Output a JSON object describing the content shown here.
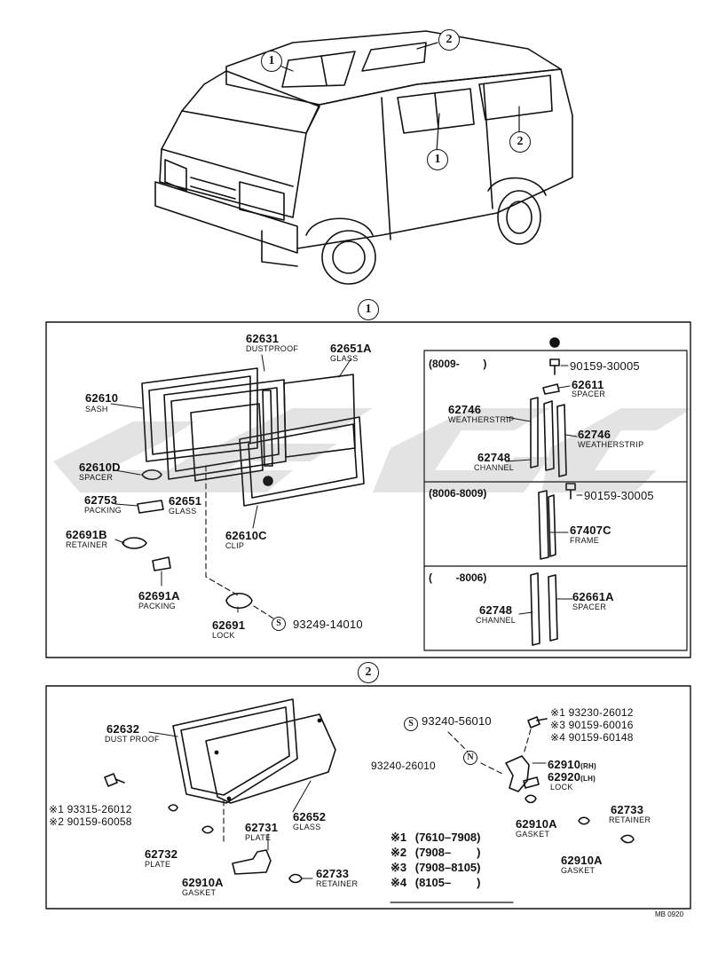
{
  "callouts": {
    "one": "1",
    "two": "2",
    "s": "S",
    "n": "N"
  },
  "section1": {
    "left": {
      "p62631": "62631",
      "d62631": "DUSTPROOF",
      "p62651A": "62651A",
      "d62651A": "GLASS",
      "p62610": "62610",
      "d62610": "SASH",
      "p62610D": "62610D",
      "d62610D": "SPACER",
      "p62753": "62753",
      "d62753": "PACKING",
      "p62651": "62651",
      "d62651": "GLASS",
      "p62610C": "62610C",
      "d62610C": "CLIP",
      "p62691B": "62691B",
      "d62691B": "RETAINER",
      "p62691A": "62691A",
      "d62691A": "PACKING",
      "p62691": "62691",
      "d62691": "LOCK",
      "p93249": "93249-14010"
    },
    "right": {
      "range1": "(8009-        )",
      "p90159a": "90159-30005",
      "p62611": "62611",
      "d62611": "SPACER",
      "p62746a": "62746",
      "d62746a": "WEATHERSTRIP",
      "p62746b": "62746",
      "d62746b": "WEATHERSTRIP",
      "p62748a": "62748",
      "d62748a": "CHANNEL",
      "range2": "(8006-8009)",
      "p90159b": "90159-30005",
      "p67407C": "67407C",
      "d67407C": "FRAME",
      "range3": "(        -8006)",
      "p62748b": "62748",
      "d62748b": "CHANNEL",
      "p62661A": "62661A",
      "d62661A": "SPACER"
    }
  },
  "section2": {
    "p62632": "62632",
    "d62632": "DUST PROOF",
    "p93240a": "93240-56010",
    "p93240b": "93240-26010",
    "s1a": "※1 93230-26012",
    "s3a": "※3 90159-60016",
    "s4a": "※4 90159-60148",
    "p62910RH": "62910",
    "rh": "(RH)",
    "p62920LH": "62920",
    "lh": "(LH)",
    "dLock": "LOCK",
    "s1b": "※1 93315-26012",
    "s2b": "※2 90159-60058",
    "p62652": "62652",
    "d62652": "GLASS",
    "p62731": "62731",
    "d62731": "PLATE",
    "p62732": "62732",
    "d62732": "PLATE",
    "p62910Aa": "62910A",
    "d62910Aa": "GASKET",
    "p62910Ab": "62910A",
    "d62910Ab": "GASKET",
    "p62910Ac": "62910A",
    "d62910Ac": "GASKET",
    "p62733a": "62733",
    "d62733a": "RETAINER",
    "p62733b": "62733",
    "d62733b": "RETAINER",
    "legend": [
      {
        "mark": "※1",
        "range": "(7610–7908)"
      },
      {
        "mark": "※2",
        "range": "(7908–        )"
      },
      {
        "mark": "※3",
        "range": "(7908–8105)"
      },
      {
        "mark": "※4",
        "range": "(8105–        )"
      }
    ]
  },
  "footer": {
    "code": "MB 0920"
  }
}
